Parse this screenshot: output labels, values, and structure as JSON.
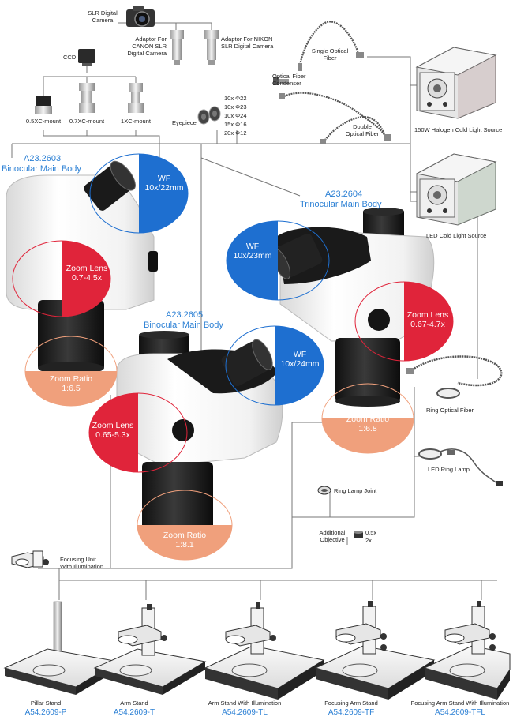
{
  "accessories": {
    "slr_camera": "SLR Digital Camera",
    "adaptor_canon": "Adaptor For CANON SLR Digital Camera",
    "adaptor_nikon": "Adaptor For NIKON SLR Digital Camera",
    "ccd": "CCD",
    "mount_05": "0.5XC-mount",
    "mount_07": "0.7XC-mount",
    "mount_1": "1XC-mount",
    "eyepiece": "Eyepiece",
    "eyepiece_specs": [
      "10x Φ22",
      "10x Φ23",
      "10x Φ24",
      "15x Φ16",
      "20x Φ12"
    ],
    "single_fiber": "Single Optical Fiber",
    "fiber_condenser": "Optical Fiber Condenser",
    "double_fiber": "Double Optical Fiber",
    "halogen_source": "150W Halogen Cold Light Source",
    "led_source": "LED Cold Light Source",
    "ring_fiber": "Ring Optical Fiber",
    "led_ring": "LED Ring Lamp",
    "ring_joint": "Ring Lamp Joint",
    "additional_objective": "Additional Objective",
    "objective_05": "0.5x",
    "objective_2": "2x",
    "focusing_unit": "Focusing Unit With Illumination"
  },
  "bodies": [
    {
      "code": "A23.2603",
      "name": "Binocular Main Body",
      "wf": "WF",
      "wf_value": "10x/22mm",
      "zoom_lens": "Zoom Lens",
      "zoom_lens_value": "0.7-4.5x",
      "zoom_ratio": "Zoom Ratio",
      "zoom_ratio_value": "1:6.5"
    },
    {
      "code": "A23.2604",
      "name": "Trinocular Main Body",
      "wf": "WF",
      "wf_value": "10x/23mm",
      "zoom_lens": "Zoom Lens",
      "zoom_lens_value": "0.67-4.7x",
      "zoom_ratio": "Zoom Ratio",
      "zoom_ratio_value": "1:6.8"
    },
    {
      "code": "A23.2605",
      "name": "Binocular Main Body",
      "wf": "WF",
      "wf_value": "10x/24mm",
      "zoom_lens": "Zoom Lens",
      "zoom_lens_value": "0.65-5.3x",
      "zoom_ratio": "Zoom Ratio",
      "zoom_ratio_value": "1:8.1"
    }
  ],
  "stands": [
    {
      "name": "Pillar Stand",
      "code": "A54.2609-P"
    },
    {
      "name": "Arm Stand",
      "code": "A54.2609-T"
    },
    {
      "name": "Arm Stand With Illumination",
      "code": "A54.2609-TL"
    },
    {
      "name": "Focusing Arm Stand",
      "code": "A54.2609-TF"
    },
    {
      "name": "Focusing Arm Stand With Illumination",
      "code": "A54.2609-TFL"
    }
  ],
  "colors": {
    "wf_bubble": "#1e6fd0",
    "zoom_lens_bubble": "#e0243a",
    "zoom_ratio_bubble": "#f0a07c",
    "model_text": "#2a7fd4"
  }
}
